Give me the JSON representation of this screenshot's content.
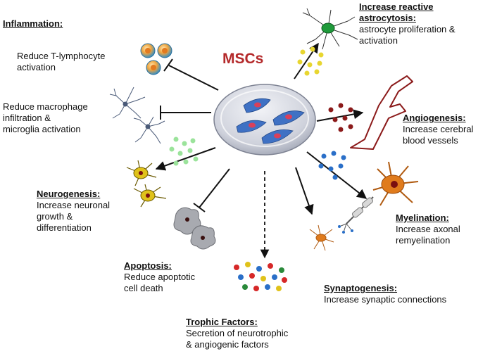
{
  "center": {
    "title": "MSCs"
  },
  "effects": {
    "inflammation": {
      "heading": "Inflammation:",
      "tcell": [
        "Reduce T-lymphocyte",
        "activation"
      ],
      "macro": [
        "Reduce macrophage",
        "infiltration &",
        "microglia activation"
      ]
    },
    "astro": {
      "heading": [
        "Increase reactive",
        "astrocytosis:"
      ],
      "text": [
        "astrocyte proliferation &",
        "activation"
      ]
    },
    "angio": {
      "heading": "Angiogenesis:",
      "text": [
        "Increase cerebral",
        "blood vessels"
      ]
    },
    "neuro": {
      "heading": "Neurogenesis:",
      "text": [
        "Increase neuronal",
        "growth &",
        "differentiation"
      ]
    },
    "myelin": {
      "heading": "Myelination:",
      "text": [
        "Increase axonal",
        "remyelination"
      ]
    },
    "apop": {
      "heading": "Apoptosis:",
      "text": [
        "Reduce apoptotic",
        "cell death"
      ]
    },
    "synapto": {
      "heading": "Synaptogenesis:",
      "text": [
        "Increase synaptic connections"
      ]
    },
    "trophic": {
      "heading": "Trophic Factors:",
      "text": [
        "Secretion of neurotrophic",
        "& angiogenic factors"
      ]
    }
  },
  "colors": {
    "title": "#b4292a",
    "dish": "#c9ccd6",
    "cell": "#3f71c4",
    "nucleus": "#d9405a",
    "astrocyte": "#1f9a3a",
    "neuron": "#e0c21a",
    "oligodendrocyte": "#e07b1c",
    "vessel": "#8b1a1a"
  }
}
